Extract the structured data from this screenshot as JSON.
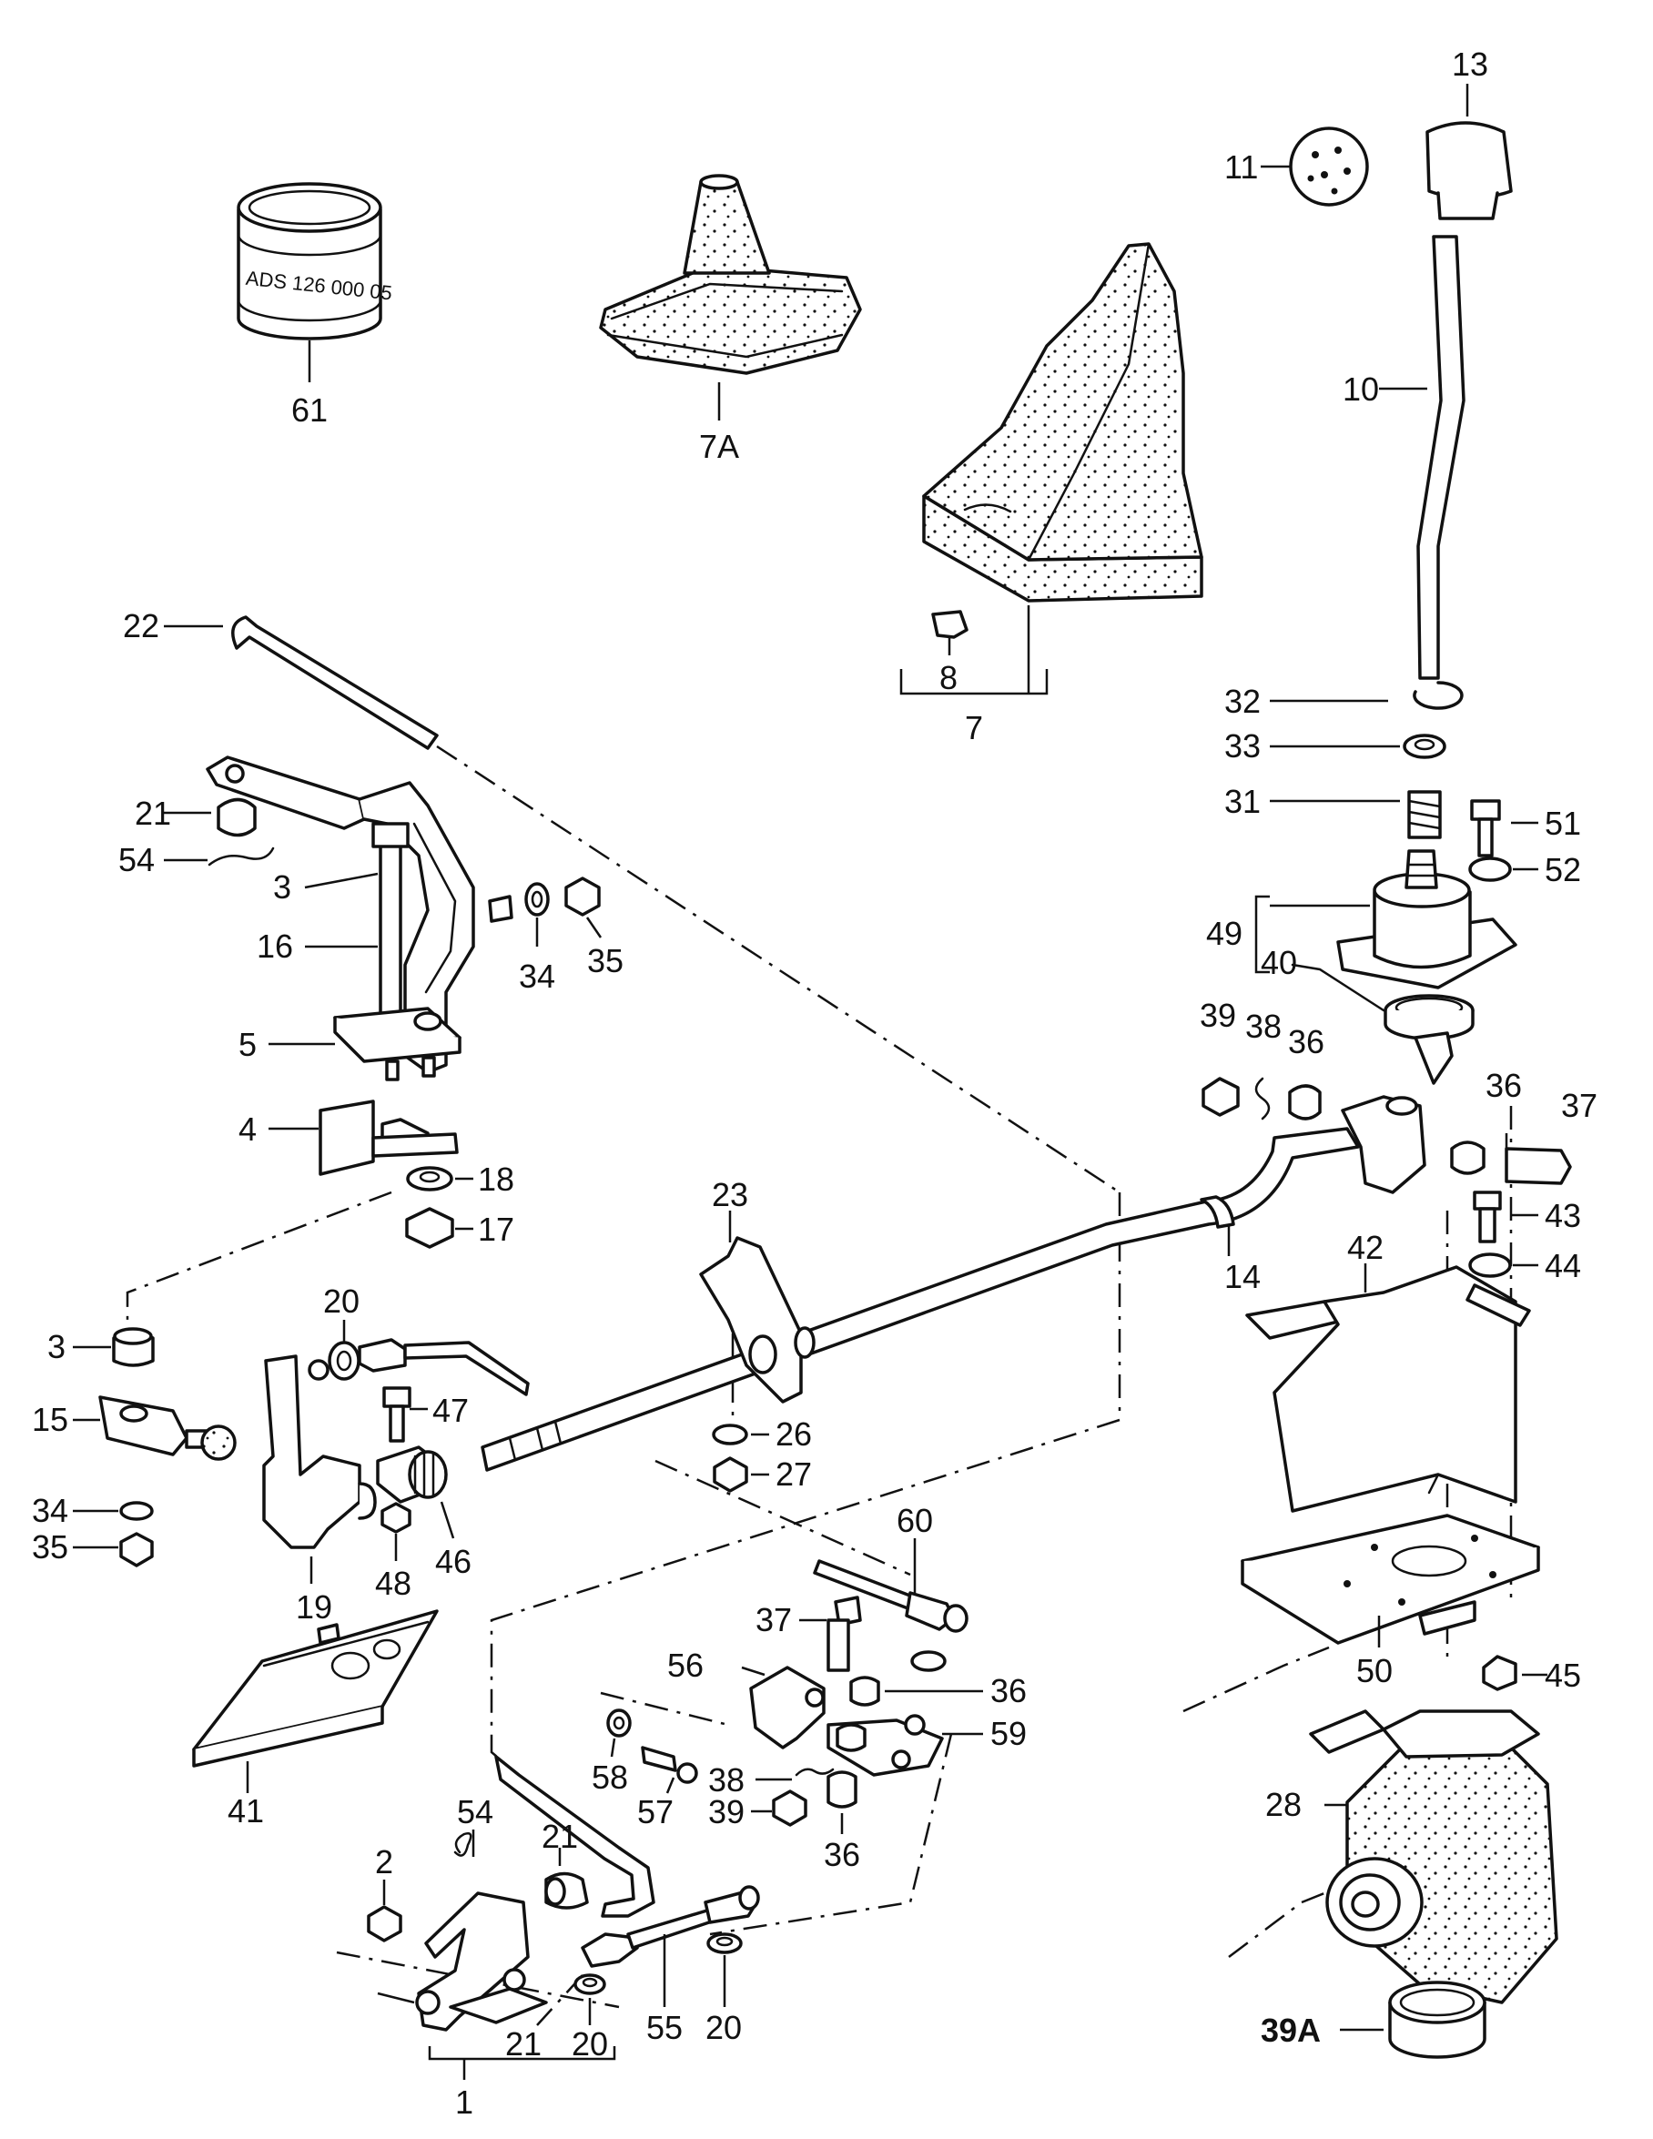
{
  "diagram": {
    "part_numbers": [
      "1",
      "2",
      "3",
      "4",
      "5",
      "7",
      "7A",
      "8",
      "10",
      "11",
      "13",
      "14",
      "15",
      "16",
      "17",
      "18",
      "19",
      "20",
      "21",
      "22",
      "23",
      "26",
      "27",
      "28",
      "31",
      "32",
      "33",
      "34",
      "35",
      "36",
      "37",
      "38",
      "39",
      "39A",
      "40",
      "41",
      "42",
      "43",
      "44",
      "45",
      "46",
      "47",
      "48",
      "49",
      "50",
      "51",
      "52",
      "54",
      "55",
      "56",
      "57",
      "58",
      "59",
      "60",
      "61"
    ],
    "label_11": "11",
    "label_13": "13",
    "label_10": "10",
    "label_61": "61",
    "label_7A": "7A",
    "label_8": "8",
    "label_7": "7",
    "label_22": "22",
    "label_21a": "21",
    "label_54a": "54",
    "label_3a": "3",
    "label_16": "16",
    "label_5": "5",
    "label_34a": "34",
    "label_35a": "35",
    "label_4": "4",
    "label_18": "18",
    "label_17": "17",
    "label_32": "32",
    "label_33": "33",
    "label_31": "31",
    "label_51": "51",
    "label_52": "52",
    "label_49": "49",
    "label_40": "40",
    "label_39a": "39",
    "label_38a": "38",
    "label_36a": "36",
    "label_36b": "36",
    "label_37a": "37",
    "label_43": "43",
    "label_44": "44",
    "label_42": "42",
    "label_14": "14",
    "label_23": "23",
    "label_26": "26",
    "label_27": "27",
    "label_3b": "3",
    "label_20a": "20",
    "label_15": "15",
    "label_47": "47",
    "label_34b": "34",
    "label_35b": "35",
    "label_19": "19",
    "label_48": "48",
    "label_46": "46",
    "label_60": "60",
    "label_37b": "37",
    "label_56": "56",
    "label_36c": "36",
    "label_59": "59",
    "label_58": "58",
    "label_57": "57",
    "label_38b": "38",
    "label_39b": "39",
    "label_36d": "36",
    "label_41": "41",
    "label_50": "50",
    "label_45": "45",
    "label_28": "28",
    "label_54b": "54",
    "label_21b": "21",
    "label_2": "2",
    "label_55": "55",
    "label_20b": "20",
    "label_21c": "21",
    "label_20c": "20",
    "label_1": "1",
    "label_39A": "39A",
    "can_marking": "ADS 126 000 05"
  }
}
